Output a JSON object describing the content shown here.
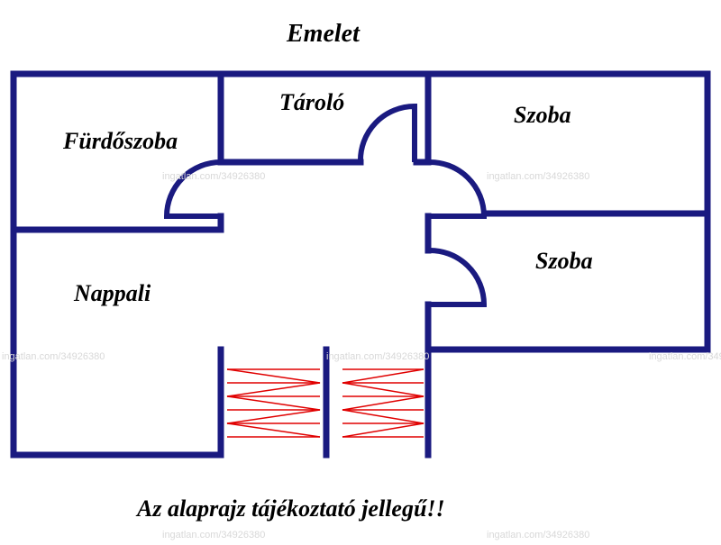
{
  "floor": {
    "title": "Emelet",
    "note": "Az alaprajz tájékoztató jellegű!!"
  },
  "rooms": {
    "bathroom": "Fürdőszoba",
    "storage": "Tároló",
    "bedroom_top": "Szoba",
    "bedroom_bottom": "Szoba",
    "living": "Nappali"
  },
  "watermark": "ingatlan.com/34926380",
  "colors": {
    "wall": "#1a1a80",
    "stairs": "#e00000",
    "text": "#000000",
    "watermark": "#d8d8d8"
  }
}
